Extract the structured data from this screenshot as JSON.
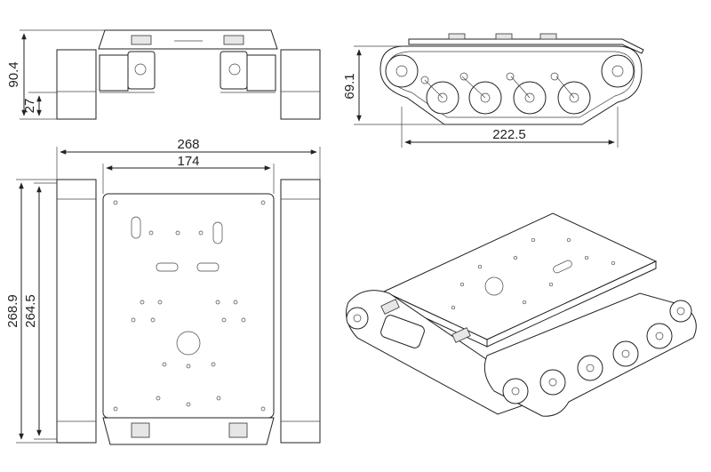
{
  "dimensions": {
    "front_height": "90.4",
    "front_lower": "27",
    "side_height": "69.1",
    "side_length": "222.5",
    "top_width_outer": "268",
    "top_width_inner": "174",
    "top_length_outer": "268.9",
    "top_length_inner": "264.5"
  },
  "colors": {
    "line": "#222222",
    "background": "#ffffff",
    "shade": "#e6e6e6"
  }
}
